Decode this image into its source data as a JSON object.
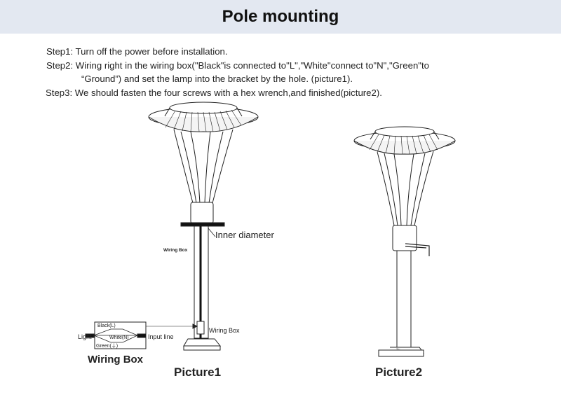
{
  "title": "Pole mounting",
  "steps": {
    "step1": "Step1: Turn off the power before installation.",
    "step2_line1": "Step2: Wiring right in the wiring box(\"Black\"is connected to\"L\",\"White\"connect to\"N\",\"Green\"to",
    "step2_line2": "“Ground”) and set the lamp into the bracket by the hole. (picture1).",
    "step3": "Step3: We should fasten the four screws with a hex wrench,and finished(picture2)."
  },
  "picture1": {
    "caption": "Picture1",
    "inner_diameter_label": "Inner diameter",
    "wiring_box_label_small": "Wiring Box",
    "wiring_box_label_right": "Wiring Box"
  },
  "wiring_diagram": {
    "title": "Wiring Box",
    "light_label": "Light",
    "input_label": "Input line",
    "black_label": "Black(L)",
    "white_label": "White(N)",
    "green_label": "Green(⏚)"
  },
  "picture2": {
    "caption": "Picture2"
  },
  "colors": {
    "header_bg": "#e3e8f1",
    "line": "#222222",
    "fill": "#ffffff"
  }
}
